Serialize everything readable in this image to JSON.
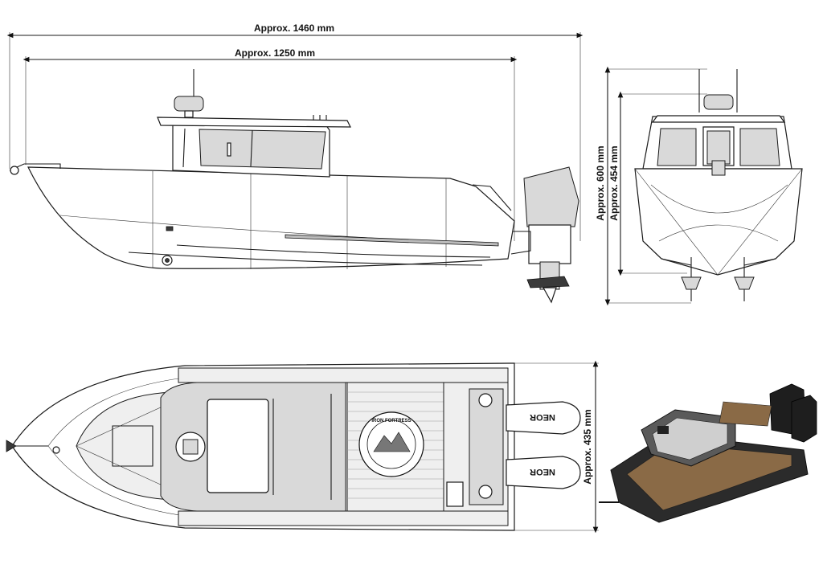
{
  "dimensions": {
    "overall_length": "Approx. 1460 mm",
    "hull_length": "Approx. 1250 mm",
    "overall_height": "Approx. 600 mm",
    "hull_height": "Approx. 454 mm",
    "beam": "Approx. 435 mm"
  },
  "engine_brand": "NEOR",
  "logo_text": "IRON FORTRESS"
}
